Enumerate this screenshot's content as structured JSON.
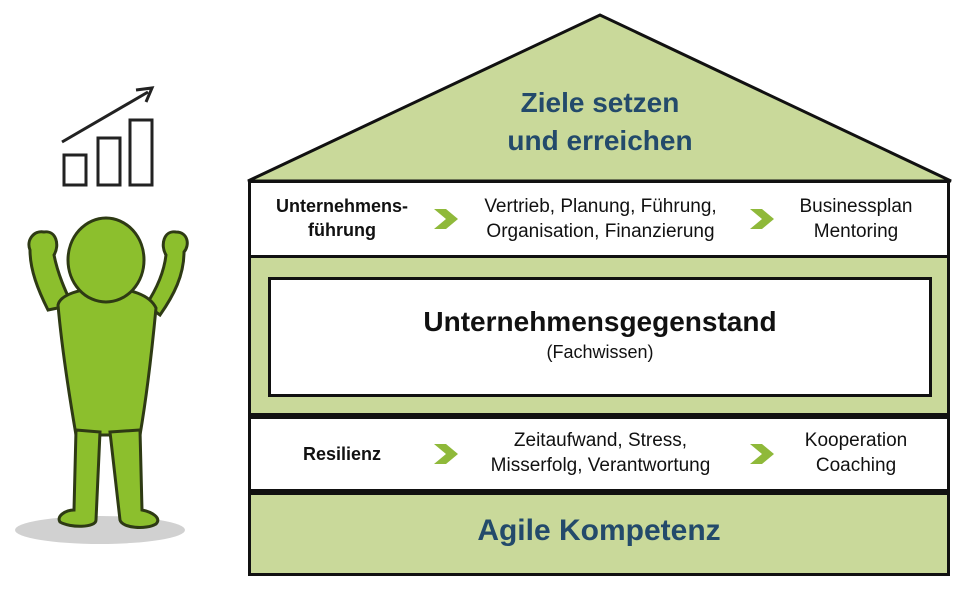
{
  "roof": {
    "line1": "Ziele setzen",
    "line2": "und erreichen"
  },
  "row_fuehrung": {
    "label_line1": "Unternehmens-",
    "label_line2": "führung",
    "middle_line1": "Vertrieb, Planung, Führung,",
    "middle_line2": "Organisation, Finanzierung",
    "right_line1": "Businessplan",
    "right_line2": "Mentoring"
  },
  "center": {
    "title": "Unternehmensgegenstand",
    "subtitle": "(Fachwissen)"
  },
  "row_resilienz": {
    "label": "Resilienz",
    "middle_line1": "Zeitaufwand, Stress,",
    "middle_line2": "Misserfolg, Verantwortung",
    "right_line1": "Kooperation",
    "right_line2": "Coaching"
  },
  "base": {
    "label": "Agile Kompetenz"
  },
  "colors": {
    "green_fill": "#c9d99a",
    "title_blue": "#234a6b",
    "arrow_green": "#8fb93a",
    "figure_green": "#8cbf2d"
  }
}
